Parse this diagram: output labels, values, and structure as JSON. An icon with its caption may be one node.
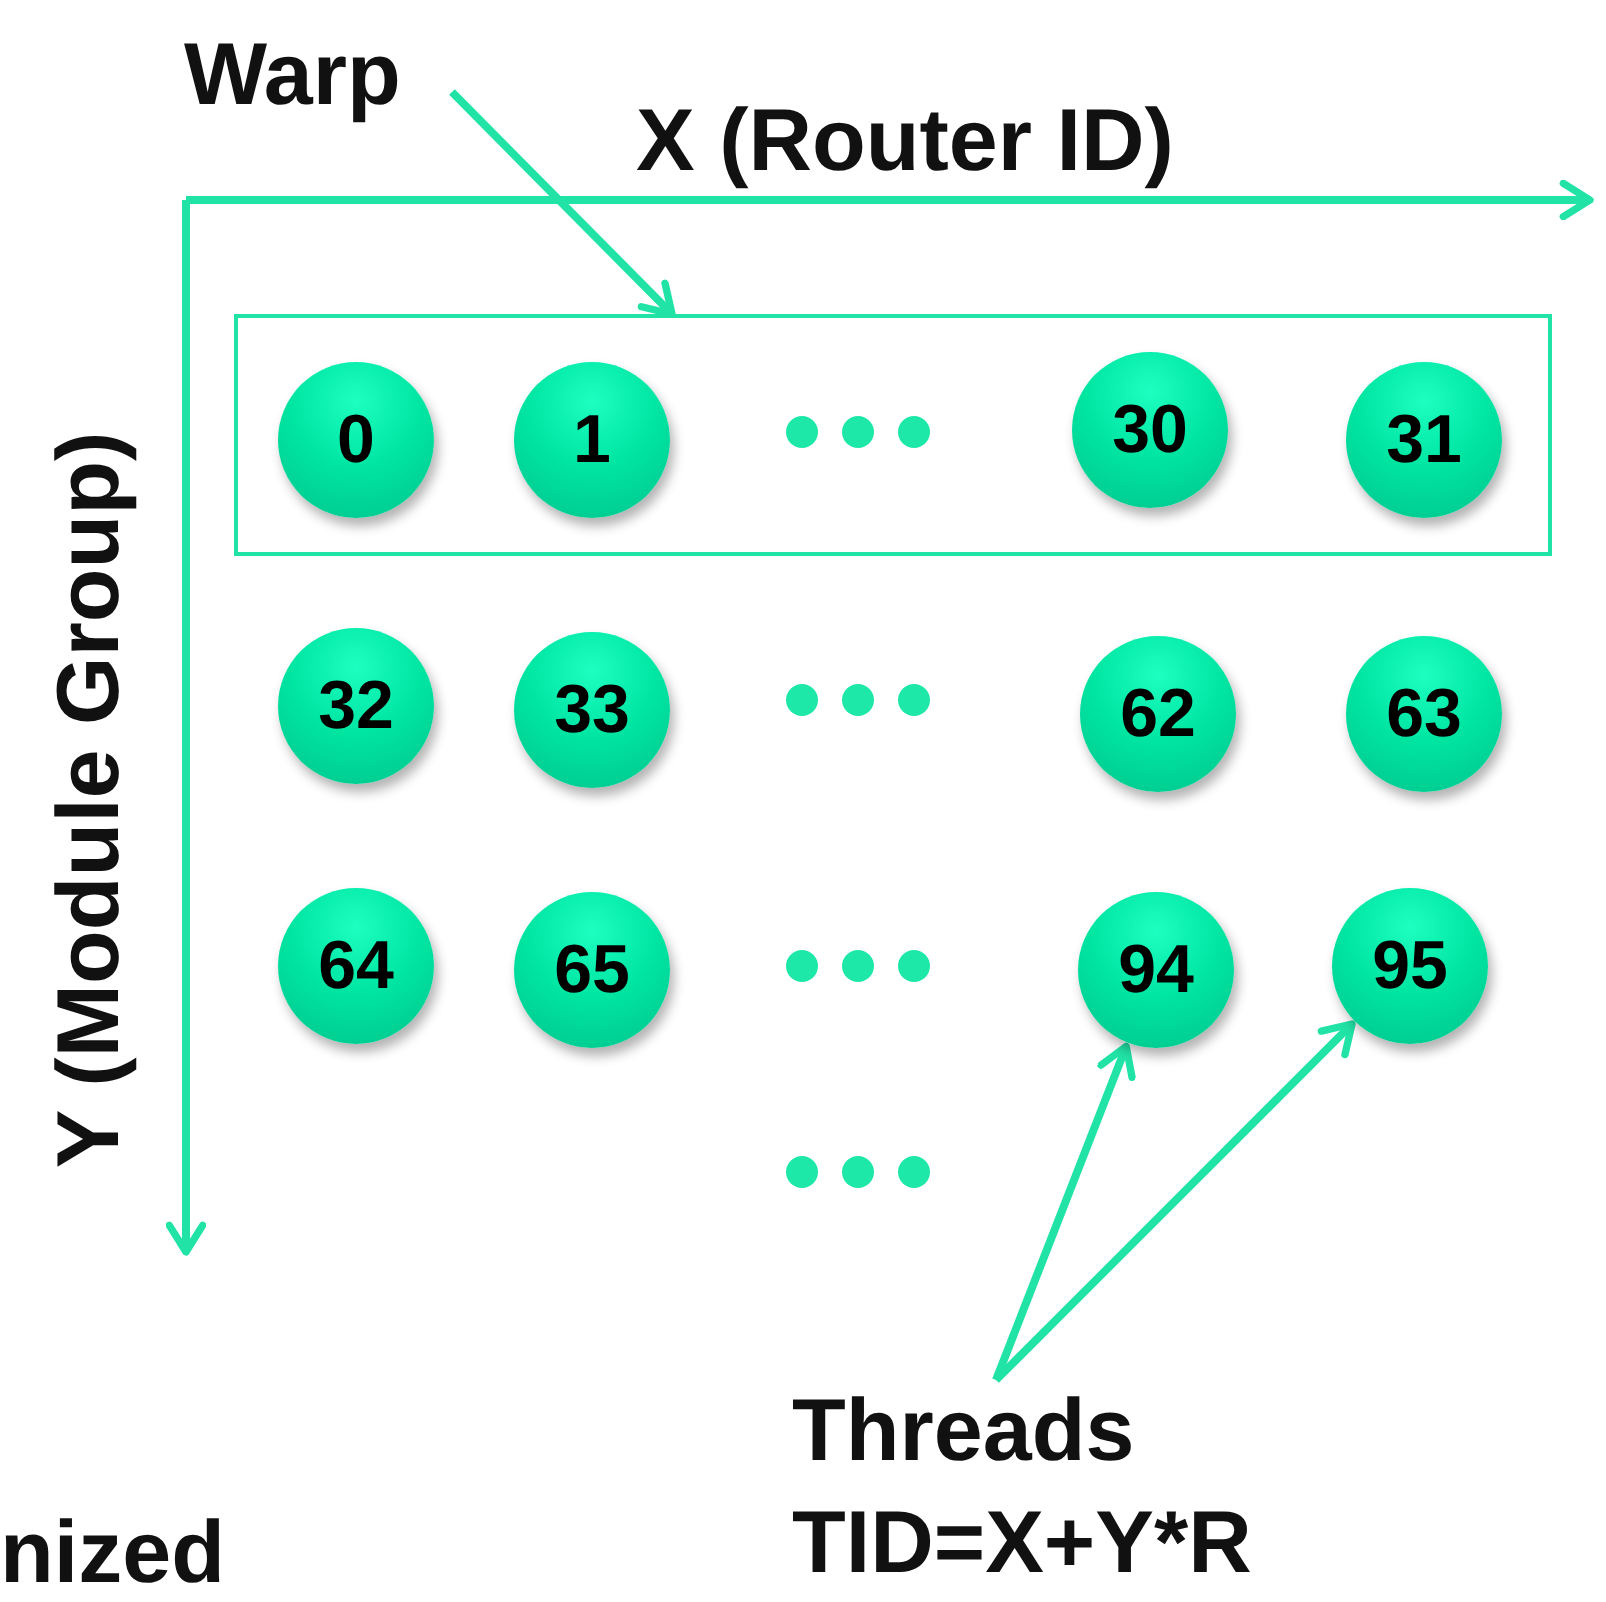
{
  "diagram": {
    "nodes": [
      {
        "text": [
          "Warp"
        ]
      },
      {
        "text": [],
        "shape": "box"
      },
      {
        "text": [
          "0"
        ],
        "in": 1
      },
      {
        "text": [
          "1"
        ],
        "in": 1
      },
      {
        "text": [
          "30"
        ],
        "in": 1
      },
      {
        "text": [
          "31"
        ],
        "in": 1
      },
      {
        "text": [
          "32"
        ]
      },
      {
        "text": [
          "33"
        ]
      },
      {
        "text": [
          "62"
        ]
      },
      {
        "text": [
          "63"
        ]
      },
      {
        "text": [
          "64"
        ]
      },
      {
        "text": [
          "65"
        ]
      },
      {
        "text": [
          "94"
        ]
      },
      {
        "text": [
          "95"
        ]
      },
      {
        "text": [
          "Threads",
          "TID=X+Y*R"
        ]
      }
    ],
    "edges": [
      {
        "from": 0,
        "to": 1,
        "arrow": "to"
      },
      {
        "from": 14,
        "to": 12,
        "arrow": "to"
      },
      {
        "from": 14,
        "to": 13,
        "arrow": "to"
      }
    ],
    "labels": [
      "X (Router ID)",
      "Y (Module Group)",
      "nized"
    ]
  }
}
